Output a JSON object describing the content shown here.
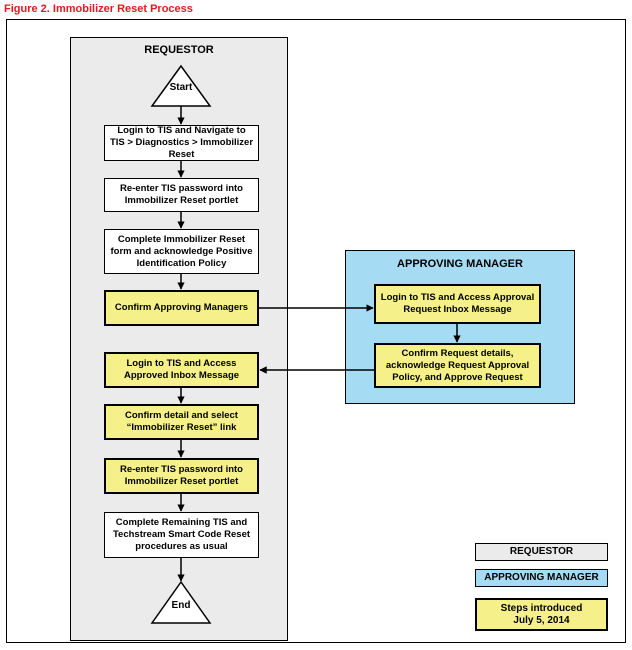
{
  "figure_title": "Figure 2.  Immobilizer Reset Process",
  "lanes": {
    "requestor": "REQUESTOR",
    "approving_manager": "APPROVING MANAGER"
  },
  "nodes": {
    "start": "Start",
    "end": "End",
    "step1": "Login to TIS and Navigate to TIS > Diagnostics > Immobilizer Reset",
    "step2": "Re-enter TIS password into Immobilizer Reset portlet",
    "step3": "Complete Immobilizer Reset form and acknowledge Positive Identification Policy",
    "step4": "Confirm Approving Managers",
    "manager1": "Login to TIS and Access Approval Request Inbox Message",
    "manager2": "Confirm Request details, acknowledge Request Approval Policy, and Approve Request",
    "step5": "Login to TIS and Access Approved Inbox Message",
    "step6": "Confirm detail and select “Immobilizer Reset” link",
    "step7": "Re-enter TIS password into Immobilizer Reset portlet",
    "step8": "Complete Remaining TIS and Techstream Smart Code Reset procedures as usual"
  },
  "legend": {
    "requestor": "REQUESTOR",
    "approving_manager": "APPROVING MANAGER",
    "new_steps": "Steps introduced July 5, 2014"
  },
  "colors": {
    "requestor_lane": "#ebebeb",
    "manager_lane": "#a6dcf3",
    "new_step": "#f5f08a",
    "title": "#e8191e"
  }
}
